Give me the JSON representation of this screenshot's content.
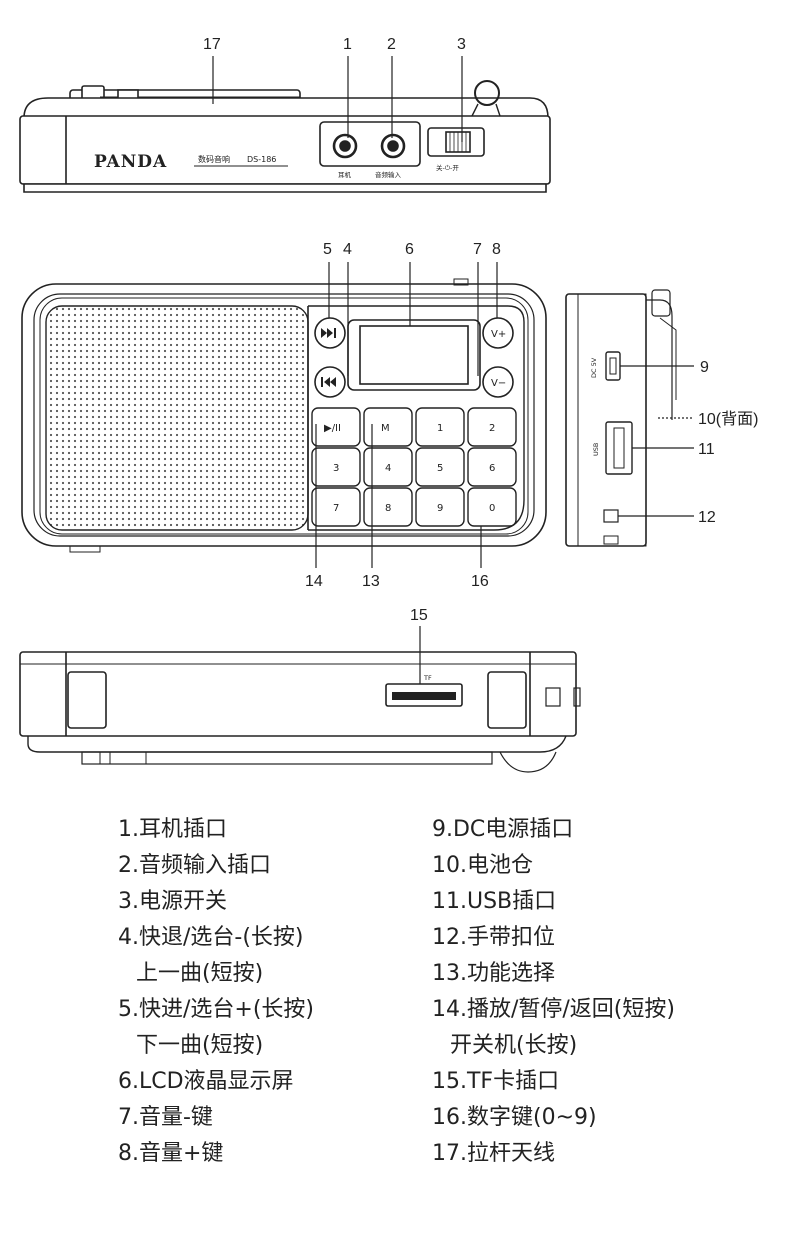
{
  "labels": {
    "n1": "1",
    "n2": "2",
    "n3": "3",
    "n4": "4",
    "n5": "5",
    "n6": "6",
    "n7": "7",
    "n8": "8",
    "n9": "9",
    "n10": "10(背面)",
    "n11": "11",
    "n12": "12",
    "n13": "13",
    "n14": "14",
    "n15": "15",
    "n16": "16",
    "n17": "17"
  },
  "device": {
    "brand": "PANDA",
    "model_cn": "数码音响",
    "model": "DS-186",
    "earphone_label": "耳机",
    "audio_in_label": "音频输入",
    "switch_label": "关-⏻-开",
    "dc_label": "DC 5V",
    "usb_label": "USB",
    "tf_label": "TF",
    "btn_play": "▶/II",
    "btn_m": "M",
    "btn_vplus": "V+",
    "btn_vminus": "V−",
    "keys": [
      "1",
      "2",
      "3",
      "4",
      "5",
      "6",
      "7",
      "8",
      "9",
      "0"
    ]
  },
  "legend": {
    "left": [
      "1.耳机插口",
      "2.音频输入插口",
      "3.电源开关",
      "4.快退/选台-(长按)",
      "上一曲(短按)",
      "5.快进/选台+(长按)",
      "下一曲(短按)",
      "6.LCD液晶显示屏",
      "7.音量-键",
      "8.音量+键"
    ],
    "right": [
      "9.DC电源插口",
      "10.电池仓",
      "11.USB插口",
      "12.手带扣位",
      "13.功能选择",
      "14.播放/暂停/返回(短按)",
      "开关机(长按)",
      "15.TF卡插口",
      "16.数字键(0~9)",
      "17.拉杆天线"
    ]
  }
}
